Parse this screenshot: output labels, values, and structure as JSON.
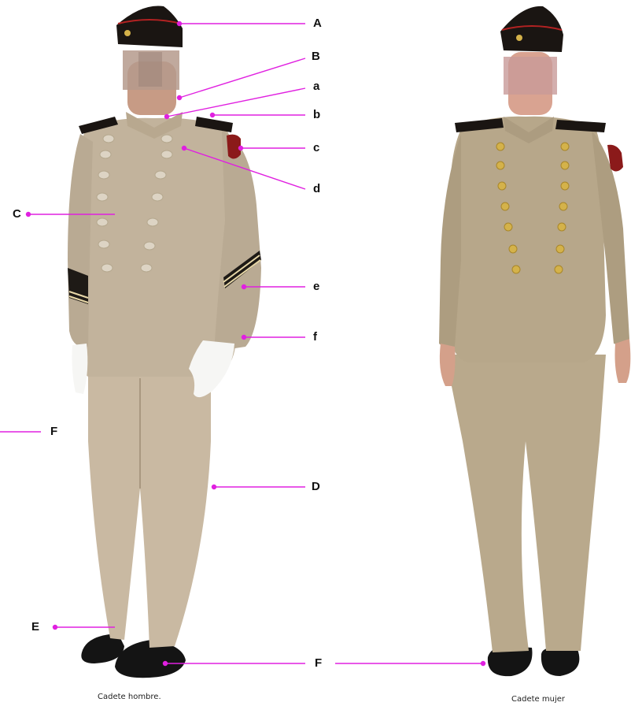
{
  "labels": {
    "A": "A",
    "B": "B",
    "a": "a",
    "b": "b",
    "c": "c",
    "d": "d",
    "C": "C",
    "e": "e",
    "f": "f",
    "F_left": "F",
    "D": "D",
    "E": "E",
    "F_bottom": "F"
  },
  "captions": {
    "male": "Cadete hombre.",
    "female": "Cadete mujer"
  },
  "colors": {
    "leader": "#e020e0",
    "uniform": "#c2b39c",
    "uniform_female": "#b7a78a",
    "cap": "#1a1512",
    "buttons": "#d4b24a",
    "shoes": "#141414",
    "gloves": "#ffffff"
  }
}
